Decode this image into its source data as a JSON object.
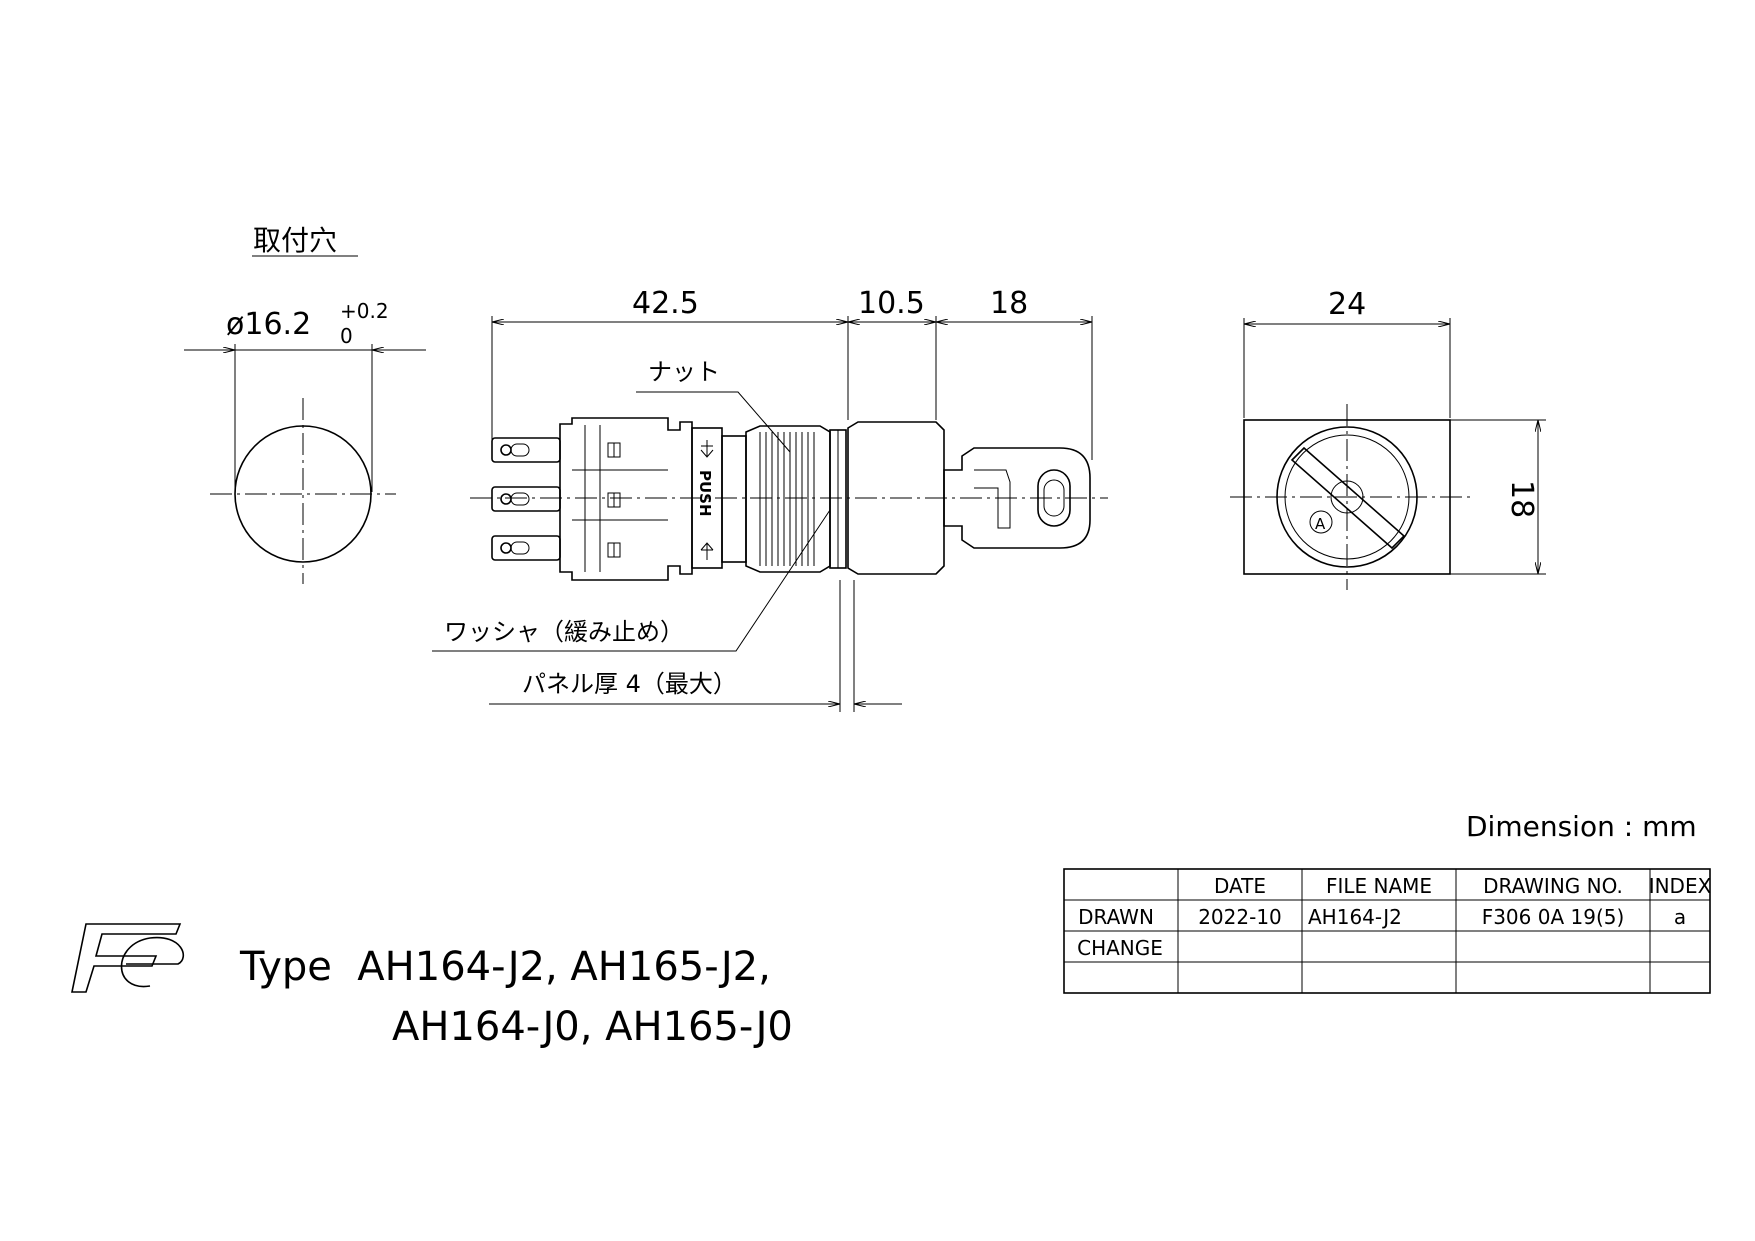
{
  "mounting_hole": {
    "title": "取付穴",
    "diameter": "ø16.2",
    "tol_upper": "+0.2",
    "tol_lower": "0"
  },
  "side_view": {
    "dim_a": "42.5",
    "dim_b": "10.5",
    "dim_c": "18",
    "label_nut": "ナット",
    "label_washer": "ワッシャ（緩み止め）",
    "label_panel": "パネル厚 4（最大）",
    "push_text": "PUSH"
  },
  "front_view": {
    "width": "24",
    "height": "18",
    "marker": "A"
  },
  "units": "Dimension : mm",
  "logo_text": "Fe",
  "type_line1": "Type  AH164-J2, AH165-J2,",
  "type_line2": "AH164-J0, AH165-J0",
  "title_block": {
    "headers": [
      "",
      "DATE",
      "FILE NAME",
      "DRAWING NO.",
      "INDEX"
    ],
    "rows": [
      [
        "DRAWN",
        "2022-10",
        "AH164-J2",
        "F306 0A 19(5)",
        "a"
      ],
      [
        "CHANGE",
        "",
        "",
        "",
        ""
      ],
      [
        "",
        "",
        "",
        "",
        ""
      ]
    ]
  }
}
